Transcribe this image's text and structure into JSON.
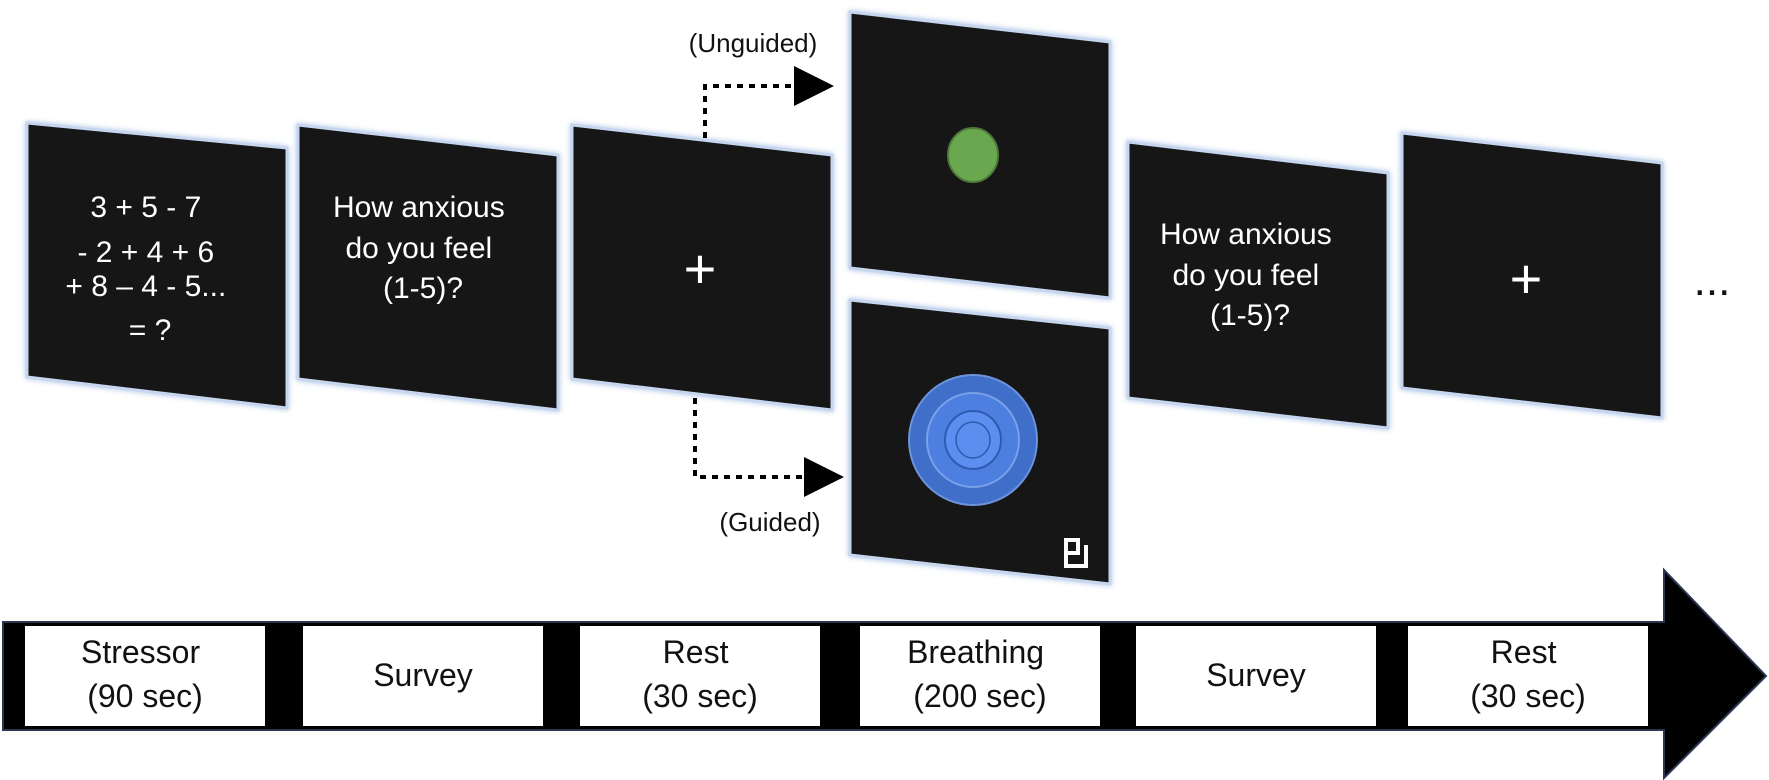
{
  "screens": {
    "stressor": {
      "lines": [
        "3 + 5 - 7",
        "- 2 + 4 + 6",
        "+ 8 – 4 - 5...",
        "= ?"
      ]
    },
    "survey_1": {
      "lines": [
        "How anxious",
        "do you feel",
        "(1-5)?"
      ]
    },
    "rest_1": {
      "symbol": "+"
    },
    "breathing_unguided": {
      "dot_color": "#6aa84f"
    },
    "breathing_guided": {
      "logo": "ML"
    },
    "survey_2": {
      "lines": [
        "How anxious",
        "do you feel",
        "(1-5)?"
      ]
    },
    "rest_2": {
      "symbol": "+"
    },
    "continuation": "..."
  },
  "branches": {
    "unguided_label": "(Unguided)",
    "guided_label": "(Guided)"
  },
  "timeline": {
    "steps": [
      {
        "line1": "Stressor",
        "line2": "(90 sec)"
      },
      {
        "line1": "Survey",
        "line2": ""
      },
      {
        "line1": "Rest",
        "line2": "(30 sec)"
      },
      {
        "line1": "Breathing",
        "line2": "(200 sec)"
      },
      {
        "line1": "Survey",
        "line2": ""
      },
      {
        "line1": "Rest",
        "line2": "(30 sec)"
      }
    ]
  },
  "colors": {
    "screen_bg": "#141414",
    "screen_glow": "#b9cde8",
    "guided_outer": "#3f6fc9",
    "guided_mid": "#4d7fe0",
    "guided_inner": "#5a8ff0",
    "arrow_fill": "#000000"
  }
}
